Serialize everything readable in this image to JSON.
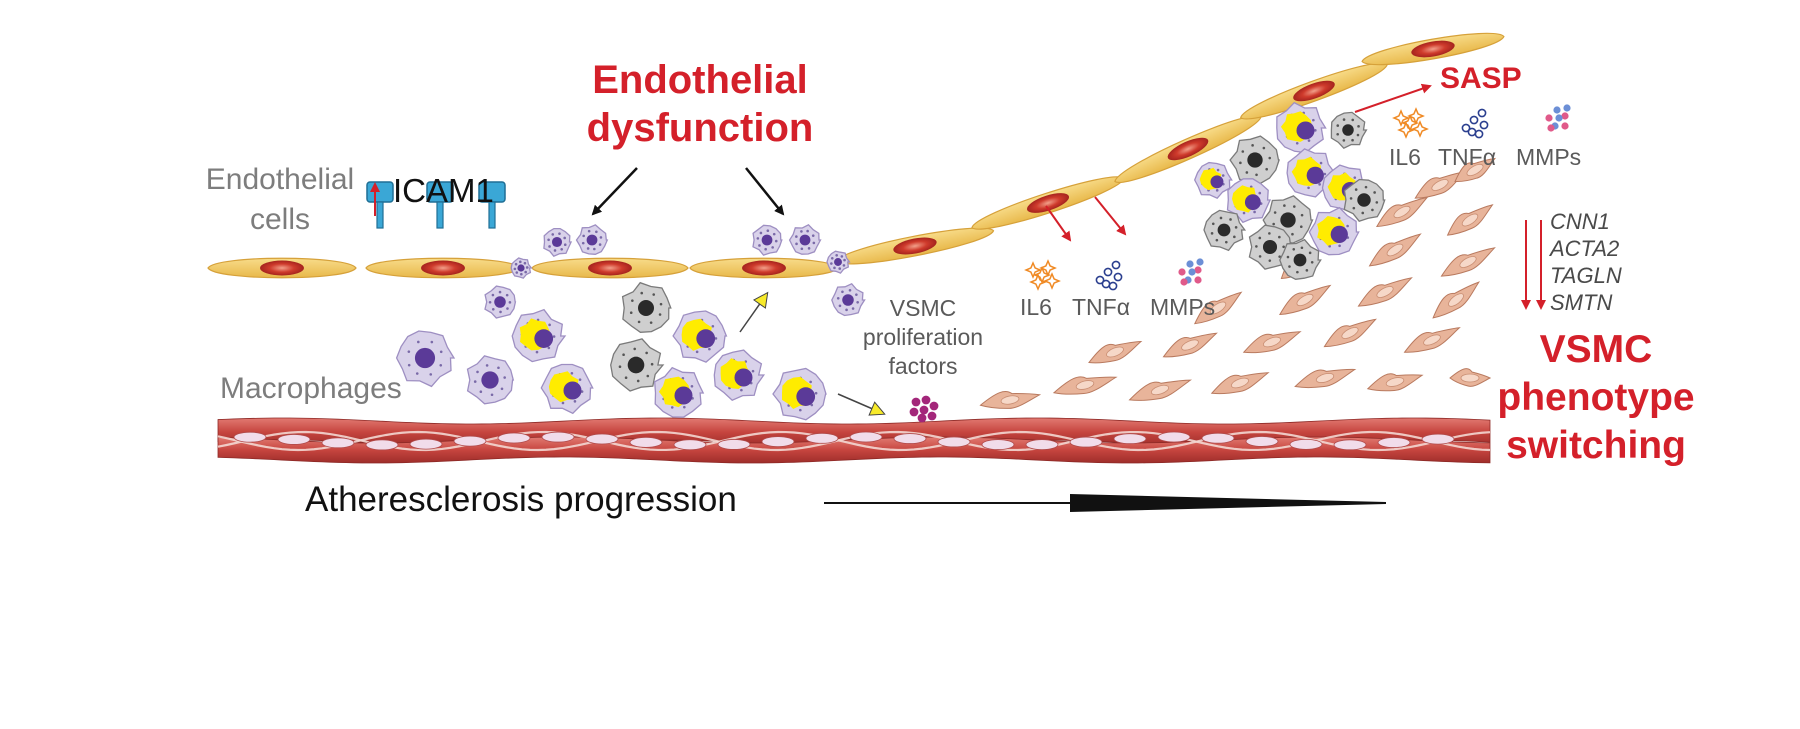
{
  "labels": {
    "endothelial_cells": [
      "Endothelial",
      "cells"
    ],
    "icam1": "ICAM1",
    "endothelial_dysfunction": [
      "Endothelial",
      "dysfunction"
    ],
    "macrophages": "Macrophages",
    "vsmc_proliferation": [
      "VSMC",
      "proliferation",
      "factors"
    ],
    "sasp": "SASP",
    "vsmc_switching": [
      "VSMC",
      "phenotype",
      "switching"
    ],
    "progression": "Atheresclerosis progression",
    "mid_cytokines": [
      "IL6",
      "TNFα",
      "MMPs"
    ],
    "top_cytokines": [
      "IL6",
      "TNFα",
      "MMPs"
    ]
  },
  "genes": [
    "CNN1",
    "ACTA2",
    "TAGLN",
    "SMTN"
  ],
  "colors": {
    "accent_red": "#d4202a",
    "label_grey": "#7d7d7d",
    "endothelial_cell": "#f3cf6e",
    "cell_nucleus": "#c8302a",
    "receptor": "#3aa7d6",
    "macrophage_body": "#d9d2ea",
    "lipid": "#ffec00",
    "macrophage_nucleus": "#5b3a98",
    "smooth_muscle_fiber": "#c9504e",
    "vsmc_synthetic": "#e8b49a",
    "il6": "#f08a24",
    "tnfa": "#2b3f8f",
    "mmps": "#e05a8a",
    "proliferation_factor": "#a3267a"
  },
  "icons": [
    "endothelial-cell-icon",
    "icam1-receptor-icon",
    "macrophage-icon",
    "foam-cell-icon",
    "senescent-macrophage-icon",
    "vsmc-icon",
    "il6-icon",
    "tnfa-icon",
    "mmps-icon",
    "proliferation-factor-icon",
    "smooth-muscle-layer-icon"
  ]
}
